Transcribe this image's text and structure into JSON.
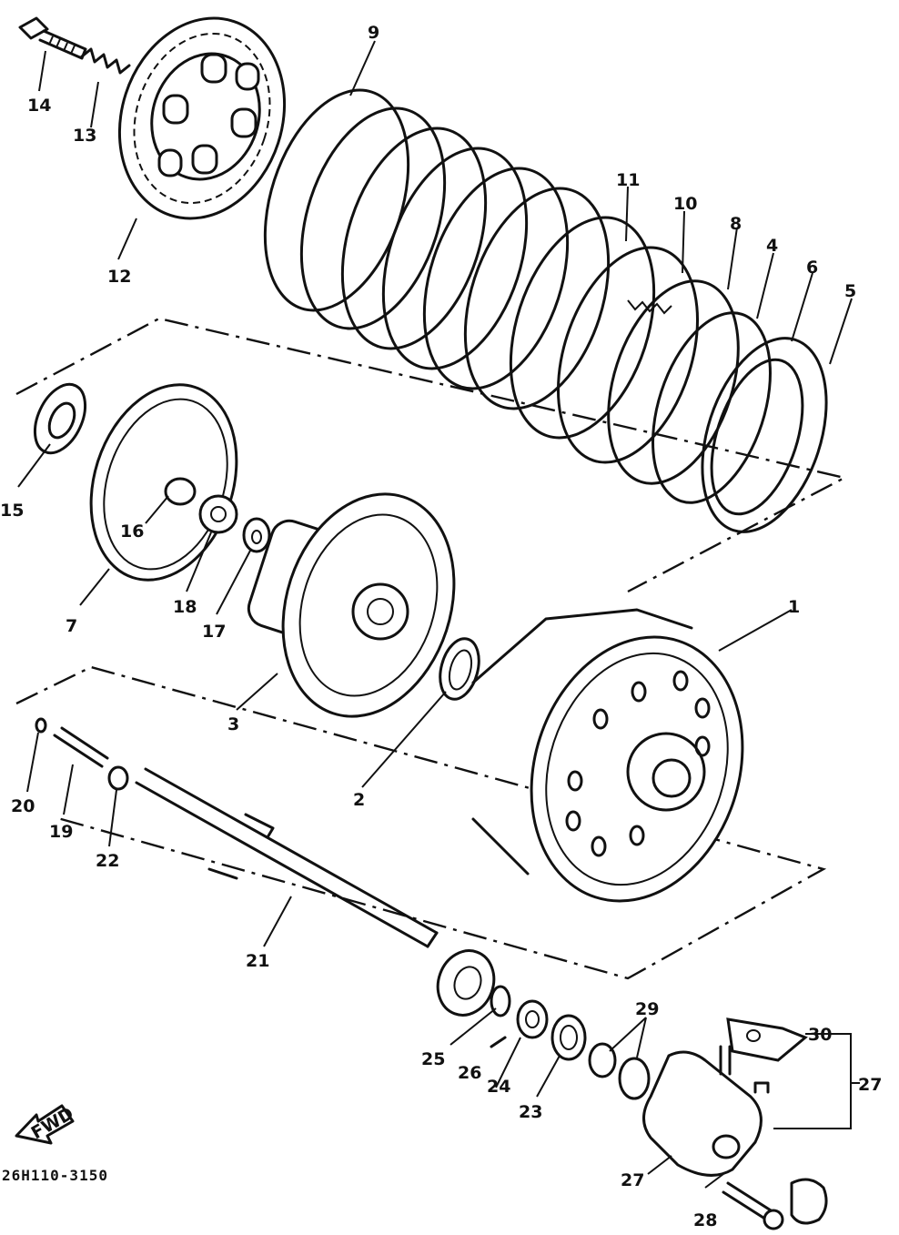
{
  "diagram": {
    "callouts": [
      "1",
      "2",
      "3",
      "4",
      "5",
      "6",
      "7",
      "8",
      "9",
      "10",
      "11",
      "12",
      "13",
      "14",
      "15",
      "16",
      "17",
      "18",
      "19",
      "20",
      "21",
      "22",
      "23",
      "24",
      "25",
      "26",
      "27",
      "28",
      "29",
      "30"
    ],
    "fwd_label": "FWD",
    "drawing_code": "26H110-3150"
  }
}
